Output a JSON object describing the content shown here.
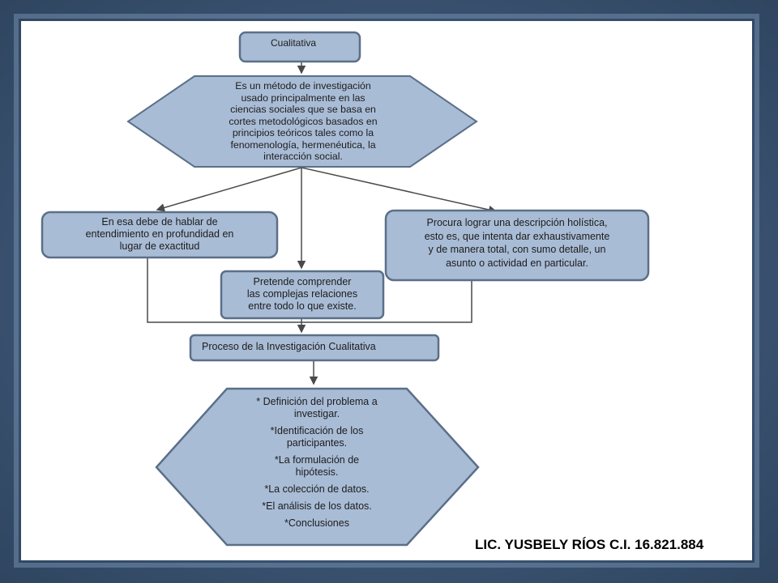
{
  "diagram": {
    "title_box": "Cualitativa",
    "definition": [
      "Es un método de investigación",
      "usado principalmente en las",
      "ciencias sociales que se basa en",
      "cortes metodológicos basados en",
      "principios teóricos tales como la",
      "fenomenología, hermenéutica, la",
      "interacción social."
    ],
    "left_box": [
      "En esa debe de hablar de",
      "entendimiento en profundidad en",
      "lugar de exactitud"
    ],
    "center_box": [
      "Pretende comprender",
      "las complejas relaciones",
      "entre todo lo que existe."
    ],
    "right_box": [
      "Procura lograr una descripción holística,",
      "esto es, que intenta dar exhaustivamente",
      "y de manera total, con sumo detalle, un",
      "asunto o actividad en particular."
    ],
    "process_box": "Proceso de la Investigación Cualitativa",
    "steps": [
      "* Definición del problema a",
      "investigar.",
      "*Identificación de los",
      "participantes.",
      "*La formulación de",
      "hipótesis.",
      "*La colección de datos.",
      "*El análisis de los datos.",
      "*Conclusiones"
    ]
  },
  "footer": "LIC. YUSBELY RÍOS C.I. 16.821.884",
  "colors": {
    "shape_fill": "#a9bcd6",
    "shape_stroke": "#5b6f88",
    "connector": "#4a4a4a",
    "frame": "#3c5470",
    "slide": "#ffffff"
  }
}
